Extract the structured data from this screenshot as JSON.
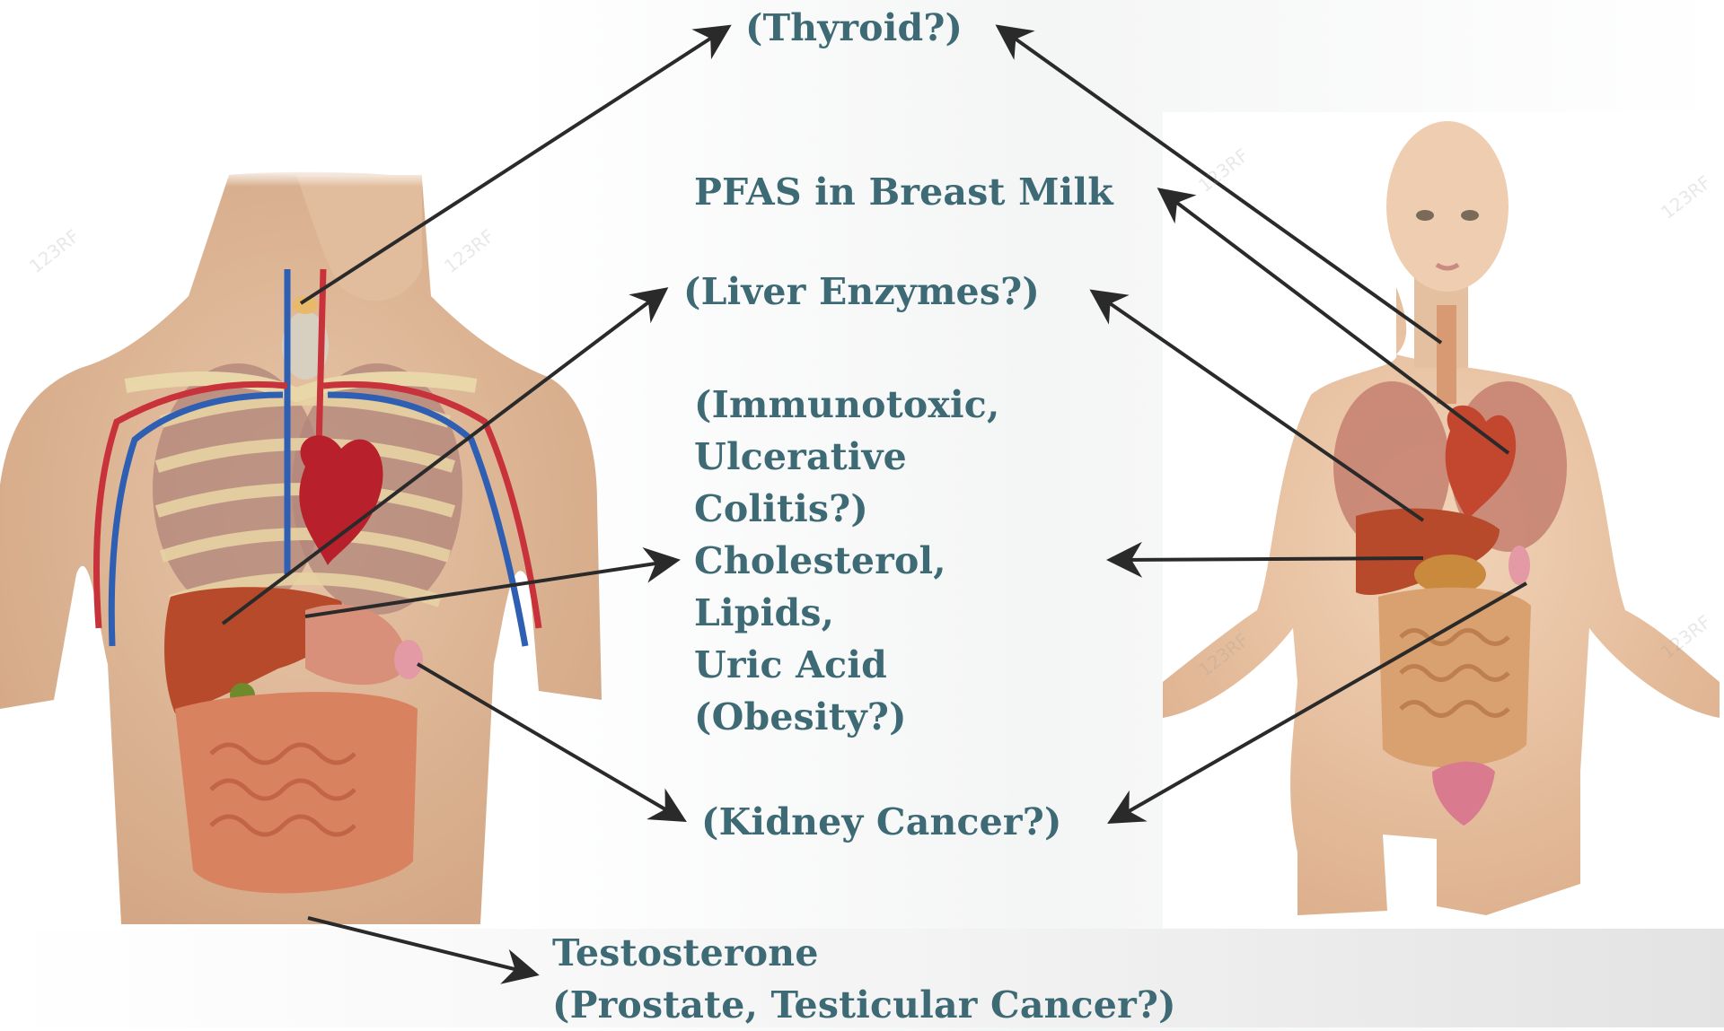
{
  "labels": {
    "thyroid": "(Thyroid?)",
    "breast_milk": "PFAS in Breast Milk",
    "liver": "(Liver Enzymes?)",
    "immuno": [
      "(Immunotoxic,",
      "Ulcerative",
      "Colitis?)"
    ],
    "cholesterol": [
      "Cholesterol,",
      "Lipids,",
      "Uric Acid",
      "(Obesity?)"
    ],
    "kidney": "(Kidney Cancer?)",
    "testosterone": [
      "Testosterone",
      "(Prostate, Testicular Cancer?)"
    ]
  },
  "watermark": "123RF",
  "colors": {
    "label": "#3d6a74",
    "arrow": "#2a2a2a",
    "skin": "#e9c5a4",
    "artery": "#c8323a",
    "vein": "#2f5fb3",
    "liver": "#b84a2c",
    "intestine": "#d9825f"
  },
  "icons": [
    "male-anatomy-figure",
    "female-anatomy-figure"
  ]
}
